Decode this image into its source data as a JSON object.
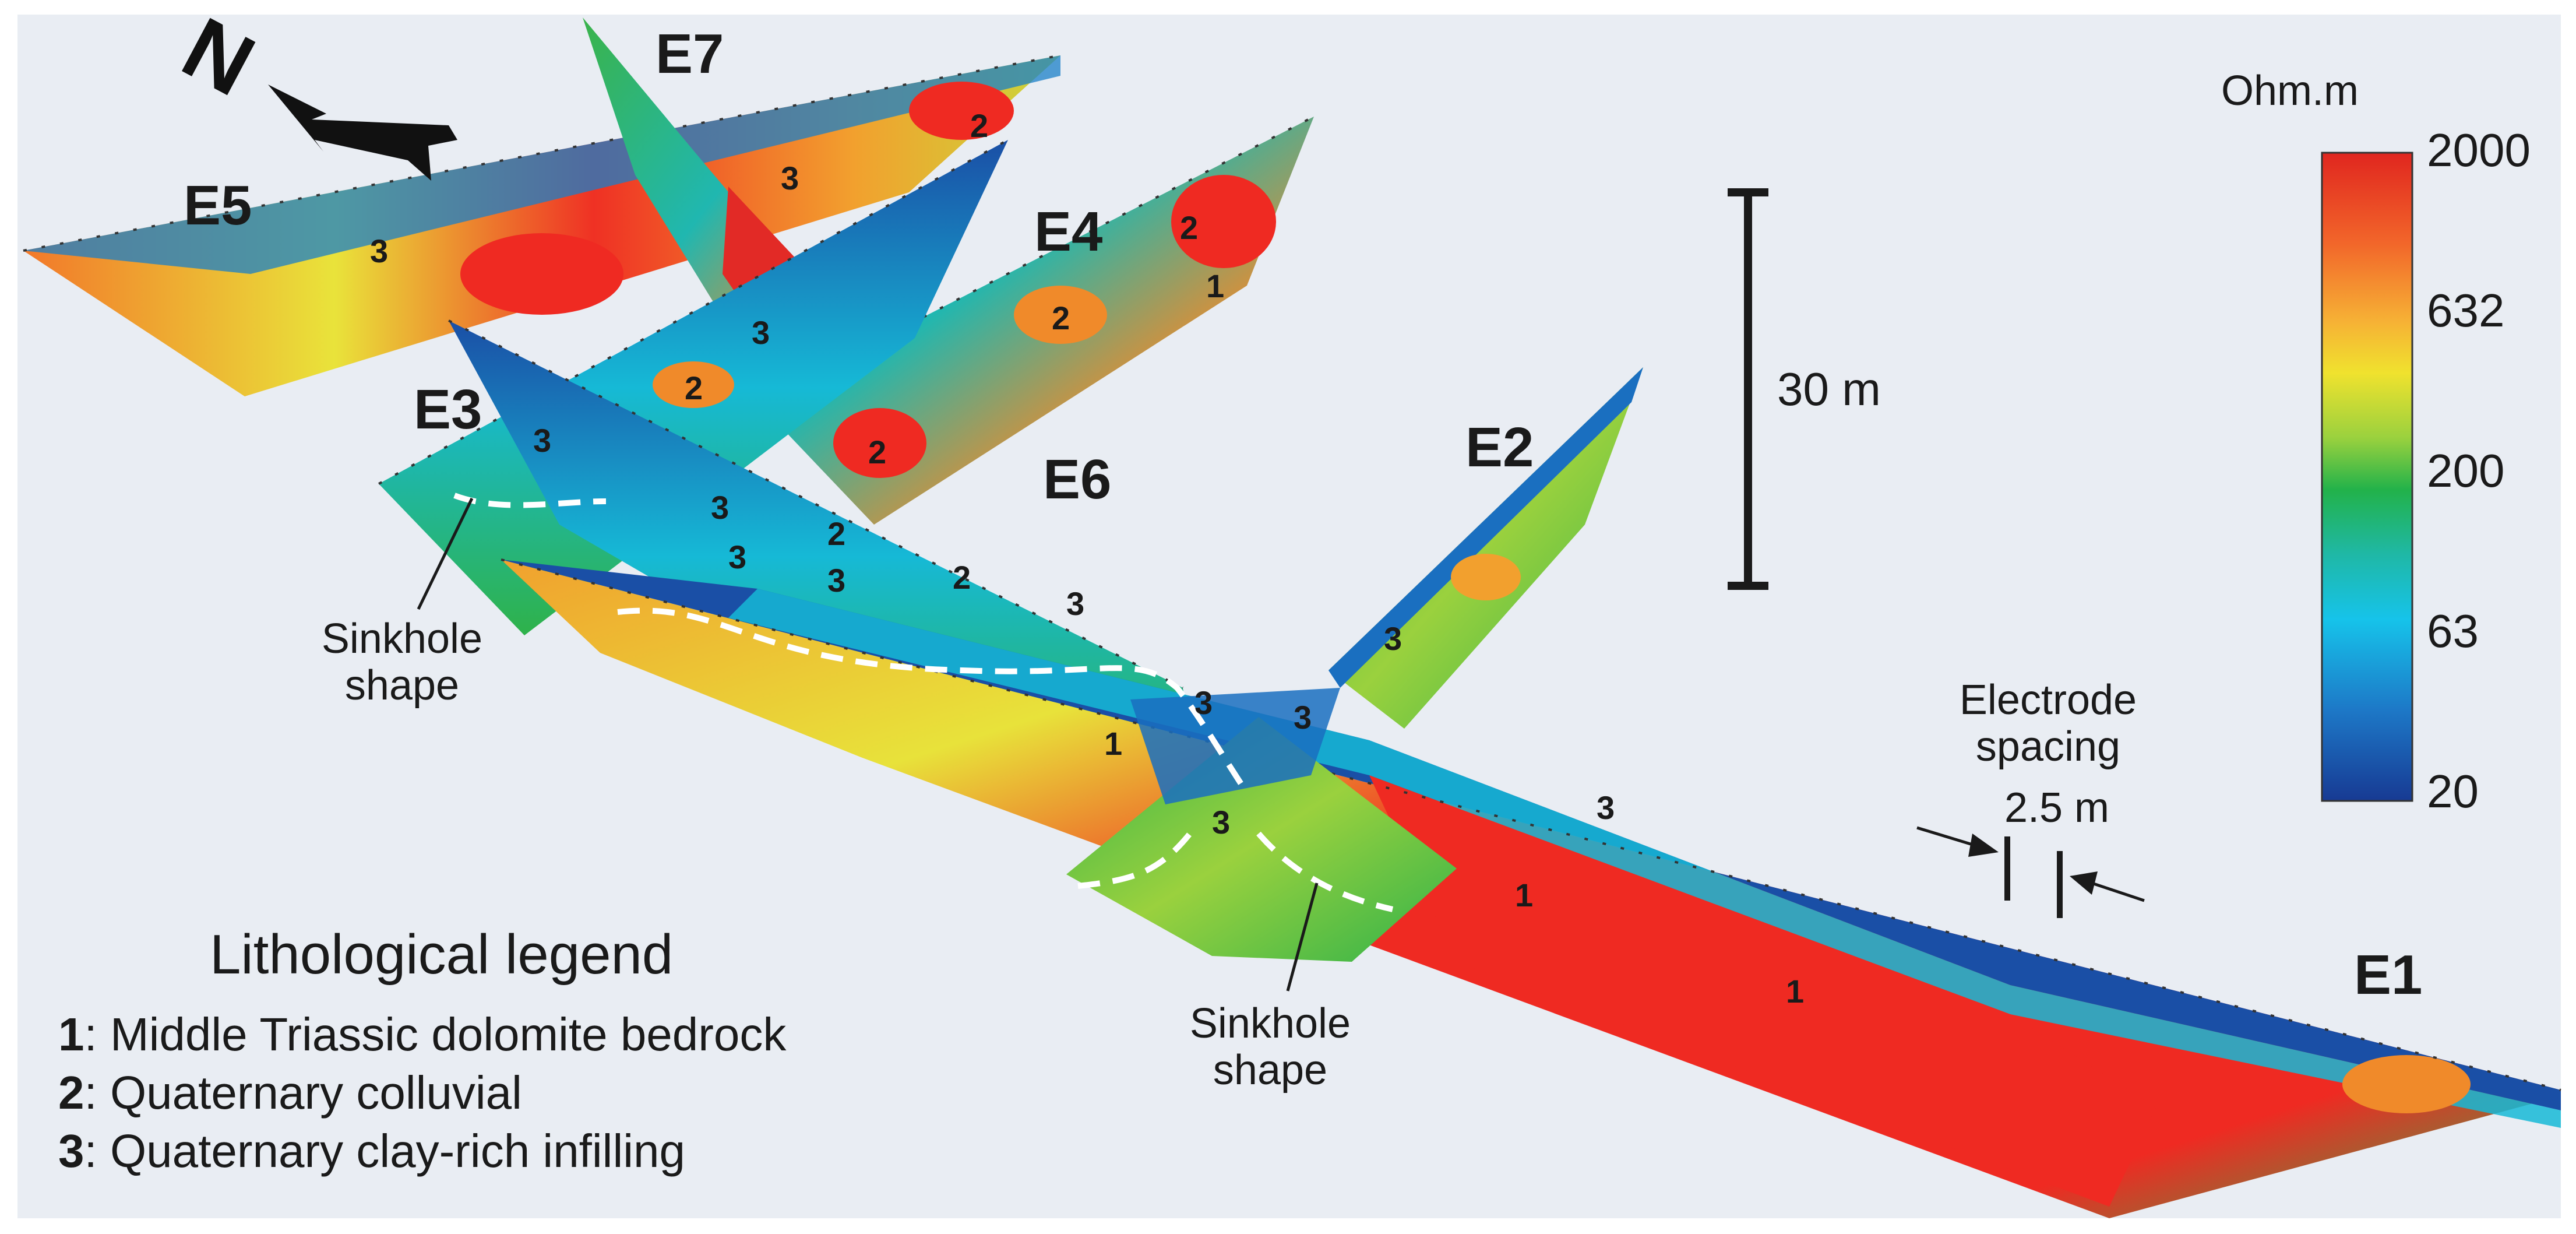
{
  "colorbar": {
    "unit": "Ohm.m",
    "ticks": [
      "2000",
      "632",
      "200",
      "63",
      "20"
    ],
    "colors": [
      "#d62a24",
      "#f26a22",
      "#f8b42a",
      "#f1e523",
      "#a8d13d",
      "#2fb24a",
      "#17b398",
      "#12bde0",
      "#1a82c8",
      "#173e97"
    ]
  },
  "profiles": [
    {
      "name": "E1"
    },
    {
      "name": "E2"
    },
    {
      "name": "E3"
    },
    {
      "name": "E4"
    },
    {
      "name": "E5"
    },
    {
      "name": "E6"
    },
    {
      "name": "E7"
    }
  ],
  "unit_labels": [
    "1",
    "2",
    "3"
  ],
  "annotations": {
    "sinkhole_1": [
      "Sinkhole",
      "shape"
    ],
    "sinkhole_2": [
      "Sinkhole",
      "shape"
    ],
    "electrode_spacing": [
      "Electrode",
      "spacing",
      "2.5 m"
    ],
    "scale": "30 m"
  },
  "north_symbol": "N",
  "legend": {
    "title": "Lithological legend",
    "items": [
      {
        "num": "1",
        "text": ": Middle Triassic dolomite bedrock"
      },
      {
        "num": "2",
        "text": ": Quaternary colluvial"
      },
      {
        "num": "3",
        "text": ": Quaternary clay-rich infilling"
      }
    ]
  }
}
